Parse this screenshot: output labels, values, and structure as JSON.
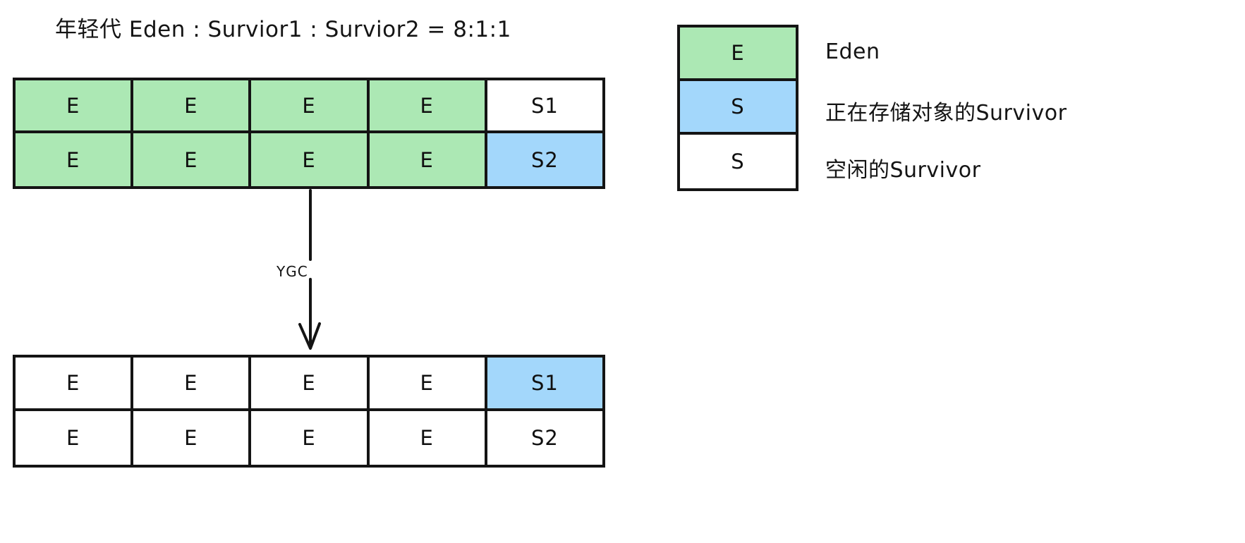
{
  "title": "年轻代 Eden : Survior1 : Survior2 = 8:1:1",
  "colors": {
    "eden_green": "#ace8b4",
    "survivor_blue": "#a3d7fb",
    "free_white": "#ffffff",
    "stroke": "#141414"
  },
  "blocks": {
    "before_gc": {
      "name": "young-generation-before-ygc",
      "rows": [
        [
          {
            "label": "E",
            "fill": "green"
          },
          {
            "label": "E",
            "fill": "green"
          },
          {
            "label": "E",
            "fill": "green"
          },
          {
            "label": "E",
            "fill": "green"
          },
          {
            "label": "S1",
            "fill": "white"
          }
        ],
        [
          {
            "label": "E",
            "fill": "green"
          },
          {
            "label": "E",
            "fill": "green"
          },
          {
            "label": "E",
            "fill": "green"
          },
          {
            "label": "E",
            "fill": "green"
          },
          {
            "label": "S2",
            "fill": "blue"
          }
        ]
      ]
    },
    "after_gc": {
      "name": "young-generation-after-ygc",
      "rows": [
        [
          {
            "label": "E",
            "fill": "white"
          },
          {
            "label": "E",
            "fill": "white"
          },
          {
            "label": "E",
            "fill": "white"
          },
          {
            "label": "E",
            "fill": "white"
          },
          {
            "label": "S1",
            "fill": "blue"
          }
        ],
        [
          {
            "label": "E",
            "fill": "white"
          },
          {
            "label": "E",
            "fill": "white"
          },
          {
            "label": "E",
            "fill": "white"
          },
          {
            "label": "E",
            "fill": "white"
          },
          {
            "label": "S2",
            "fill": "white"
          }
        ]
      ]
    }
  },
  "arrow": {
    "label": "YGC"
  },
  "legend": {
    "items": [
      {
        "symbol": "E",
        "fill": "green",
        "description": "Eden"
      },
      {
        "symbol": "S",
        "fill": "blue",
        "description": "正在存储对象的Survivor"
      },
      {
        "symbol": "S",
        "fill": "white",
        "description": "空闲的Survivor"
      }
    ]
  }
}
